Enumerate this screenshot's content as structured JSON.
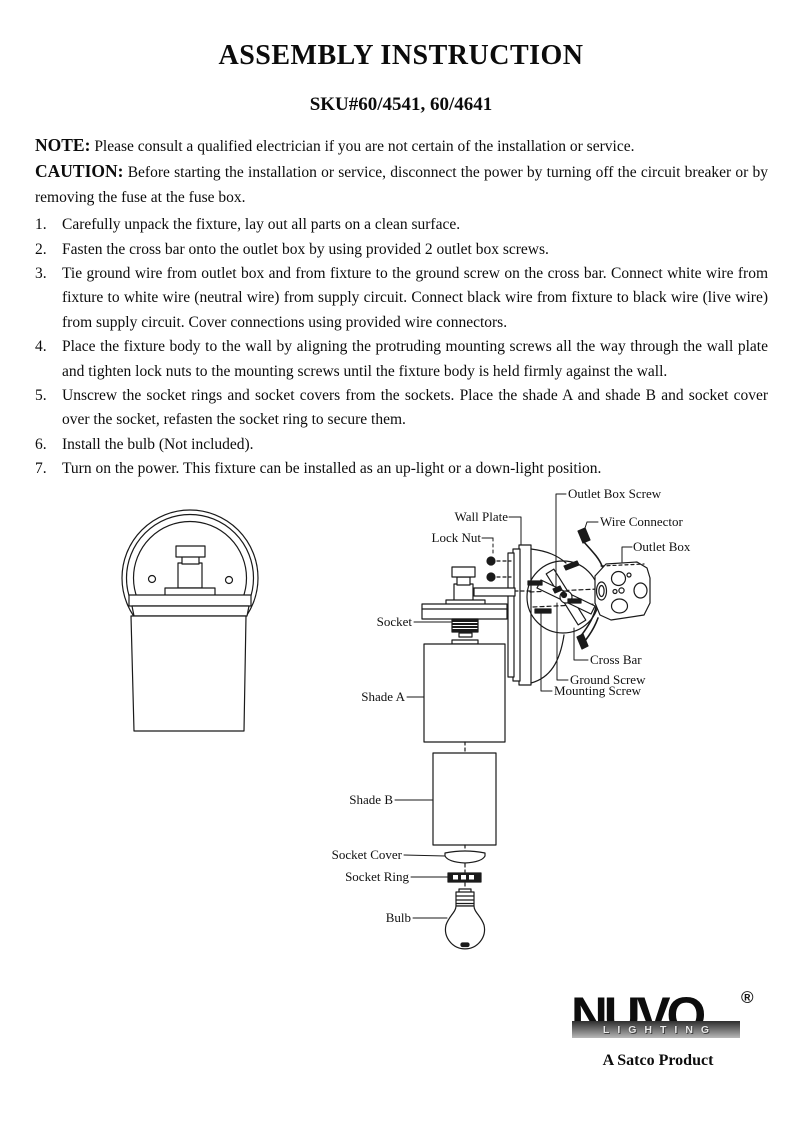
{
  "title": "ASSEMBLY INSTRUCTION",
  "sku_line": "SKU#60/4541, 60/4641",
  "note": {
    "label": "NOTE:",
    "text": "Please consult a qualified electrician if you are not certain of the installation or service."
  },
  "caution": {
    "label": "CAUTION:",
    "text": "Before starting the installation or service, disconnect the power by turning off the circuit breaker or by removing the fuse at the fuse box."
  },
  "steps": [
    {
      "num": "1.",
      "text": "Carefully unpack the fixture, lay out all parts on a clean surface."
    },
    {
      "num": "2.",
      "text": "Fasten the cross bar onto the outlet box by using provided 2 outlet box screws."
    },
    {
      "num": "3.",
      "text": "Tie ground wire from outlet box and from fixture to the ground screw on the cross bar. Connect white wire from fixture to white wire (neutral wire) from supply circuit. Connect black wire from fixture to black wire (live wire) from supply circuit. Cover connections using provided wire connectors."
    },
    {
      "num": "4.",
      "text": "Place the fixture body to the wall by aligning the protruding mounting screws all the way through the wall plate and tighten lock nuts to the mounting screws until the fixture body is held firmly against the wall."
    },
    {
      "num": "5.",
      "text": "Unscrew the socket rings and socket covers from the sockets. Place the shade A and shade B and socket cover over the socket, refasten the socket ring to secure them."
    },
    {
      "num": "6.",
      "text": "Install the bulb (Not included)."
    },
    {
      "num": "7.",
      "text": "Turn on the power.  This fixture can be installed as an up-light or a down-light position."
    }
  ],
  "diagram": {
    "labels": {
      "outlet_box_screw": "Outlet Box Screw",
      "wall_plate": "Wall Plate",
      "lock_nut": "Lock Nut",
      "wire_connector": "Wire Connector",
      "outlet_box": "Outlet Box",
      "socket": "Socket",
      "cross_bar": "Cross Bar",
      "ground_screw": "Ground Screw",
      "mounting_screw": "Mounting Screw",
      "shade_a": "Shade A",
      "shade_b": "Shade B",
      "socket_cover": "Socket Cover",
      "socket_ring": "Socket Ring",
      "bulb": "Bulb"
    }
  },
  "footer": {
    "brand": "NUVO",
    "brand_sub": "LIGHTING",
    "registered": "®",
    "tagline": "A Satco Product"
  },
  "colors": {
    "ink": "#111111",
    "paper": "#ffffff"
  }
}
